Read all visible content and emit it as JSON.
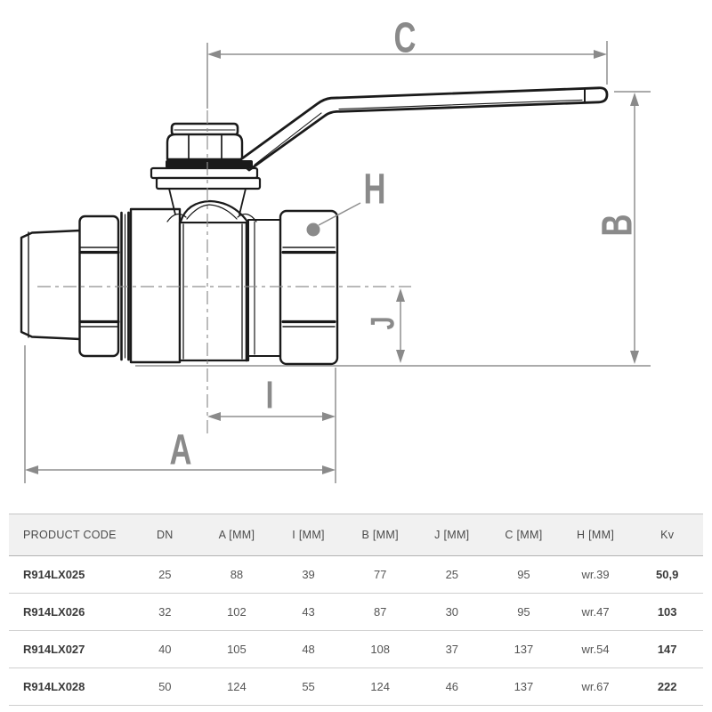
{
  "diagram": {
    "labels": {
      "c": "C",
      "b": "B",
      "h": "H",
      "j": "J",
      "i": "I",
      "a": "A"
    },
    "colors": {
      "line": "#1a1a1a",
      "dimension": "#8a8a8a"
    }
  },
  "table": {
    "headers": [
      "PRODUCT CODE",
      "DN",
      "A [MM]",
      "I [MM]",
      "B [MM]",
      "J [MM]",
      "C [MM]",
      "H [MM]",
      "Kv"
    ],
    "rows": [
      [
        "R914LX025",
        "25",
        "88",
        "39",
        "77",
        "25",
        "95",
        "wr.39",
        "50,9"
      ],
      [
        "R914LX026",
        "32",
        "102",
        "43",
        "87",
        "30",
        "95",
        "wr.47",
        "103"
      ],
      [
        "R914LX027",
        "40",
        "105",
        "48",
        "108",
        "37",
        "137",
        "wr.54",
        "147"
      ],
      [
        "R914LX028",
        "50",
        "124",
        "55",
        "124",
        "46",
        "137",
        "wr.67",
        "222"
      ]
    ]
  }
}
